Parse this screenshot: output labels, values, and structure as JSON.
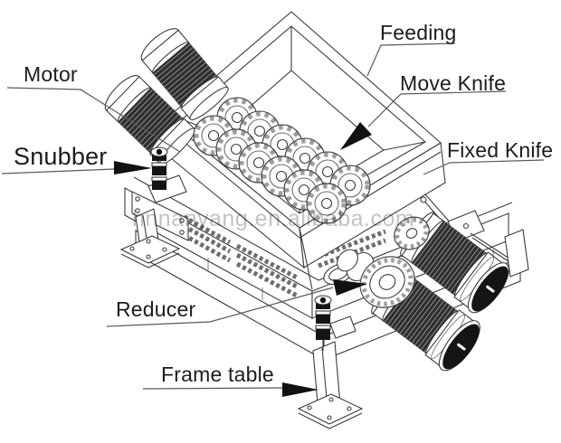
{
  "diagram_type": "shredder-machine-technical-illustration",
  "watermark": {
    "text": "hnnanyang.en.alibaba.com"
  },
  "labels": {
    "motor": "Motor",
    "snubber": "Snubber",
    "feeding": "Feeding",
    "move_knife": "Move Knife",
    "fixed_knife": "Fixed Knife",
    "reducer": "Reducer",
    "frame_table": "Frame table"
  },
  "colors": {
    "background": "#ffffff",
    "line": "#3c3c3c",
    "dark_fill": "#2e2e2e",
    "arrow": "#111111",
    "text": "#1c1c1c",
    "watermark": "#b9b9b9",
    "leader": "#5a5a5a"
  }
}
